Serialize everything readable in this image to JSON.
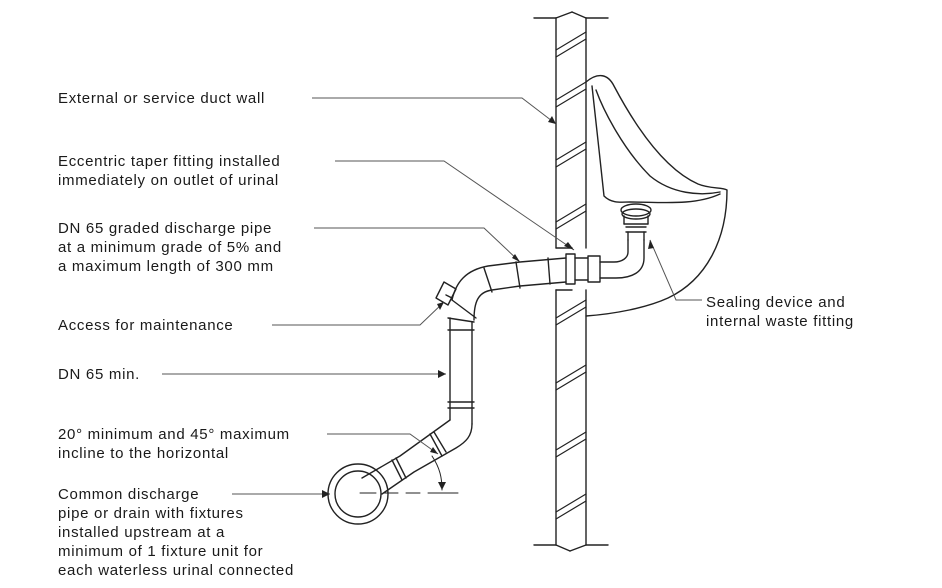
{
  "labels": {
    "wall": [
      "External or service duct wall"
    ],
    "taper": [
      "Eccentric taper fitting installed",
      "immediately on outlet of urinal"
    ],
    "graded": [
      "DN 65 graded discharge pipe",
      "at a minimum grade of 5% and",
      "a maximum length of 300 mm"
    ],
    "access": [
      "Access for maintenance"
    ],
    "dn65": [
      "DN 65 min."
    ],
    "incline": [
      "20° minimum and 45° maximum",
      "incline to the horizontal"
    ],
    "common": [
      "Common discharge",
      "pipe or drain with fixtures",
      "installed upstream at a",
      "minimum of 1 fixture unit for",
      "each waterless urinal connected"
    ],
    "sealing": [
      "Sealing device and",
      "internal waste fitting"
    ]
  },
  "colors": {
    "line": "#222222",
    "leader": "#555555"
  }
}
